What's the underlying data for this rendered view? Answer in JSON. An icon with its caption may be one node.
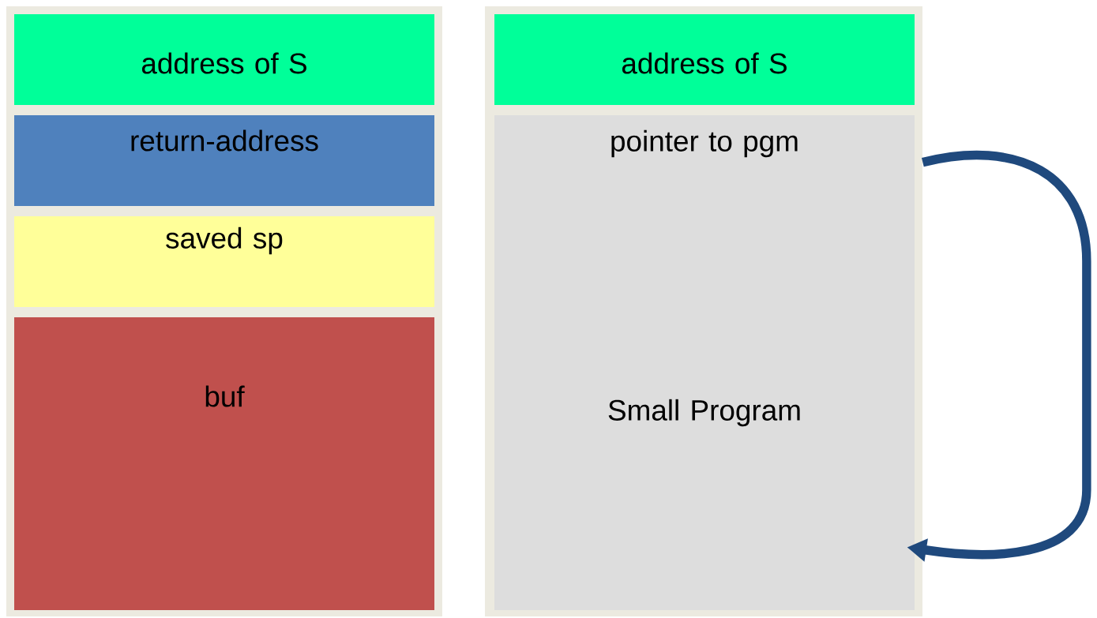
{
  "diagram": {
    "nodes": [
      {
        "text": [],
        "shape": "box"
      },
      {
        "text": [
          "address of S"
        ],
        "in": 0
      },
      {
        "text": [
          "return-address"
        ],
        "in": 0
      },
      {
        "text": [
          "saved sp"
        ],
        "in": 0
      },
      {
        "text": [
          "buf"
        ],
        "in": 0
      },
      {
        "text": [],
        "shape": "box"
      },
      {
        "text": [
          "address of S"
        ],
        "in": 5
      },
      {
        "text": [
          "pointer to pgm",
          "Small Program"
        ],
        "in": 5
      }
    ],
    "edges": [
      {
        "from": 7,
        "to": 7,
        "arrow": "to"
      }
    ]
  }
}
